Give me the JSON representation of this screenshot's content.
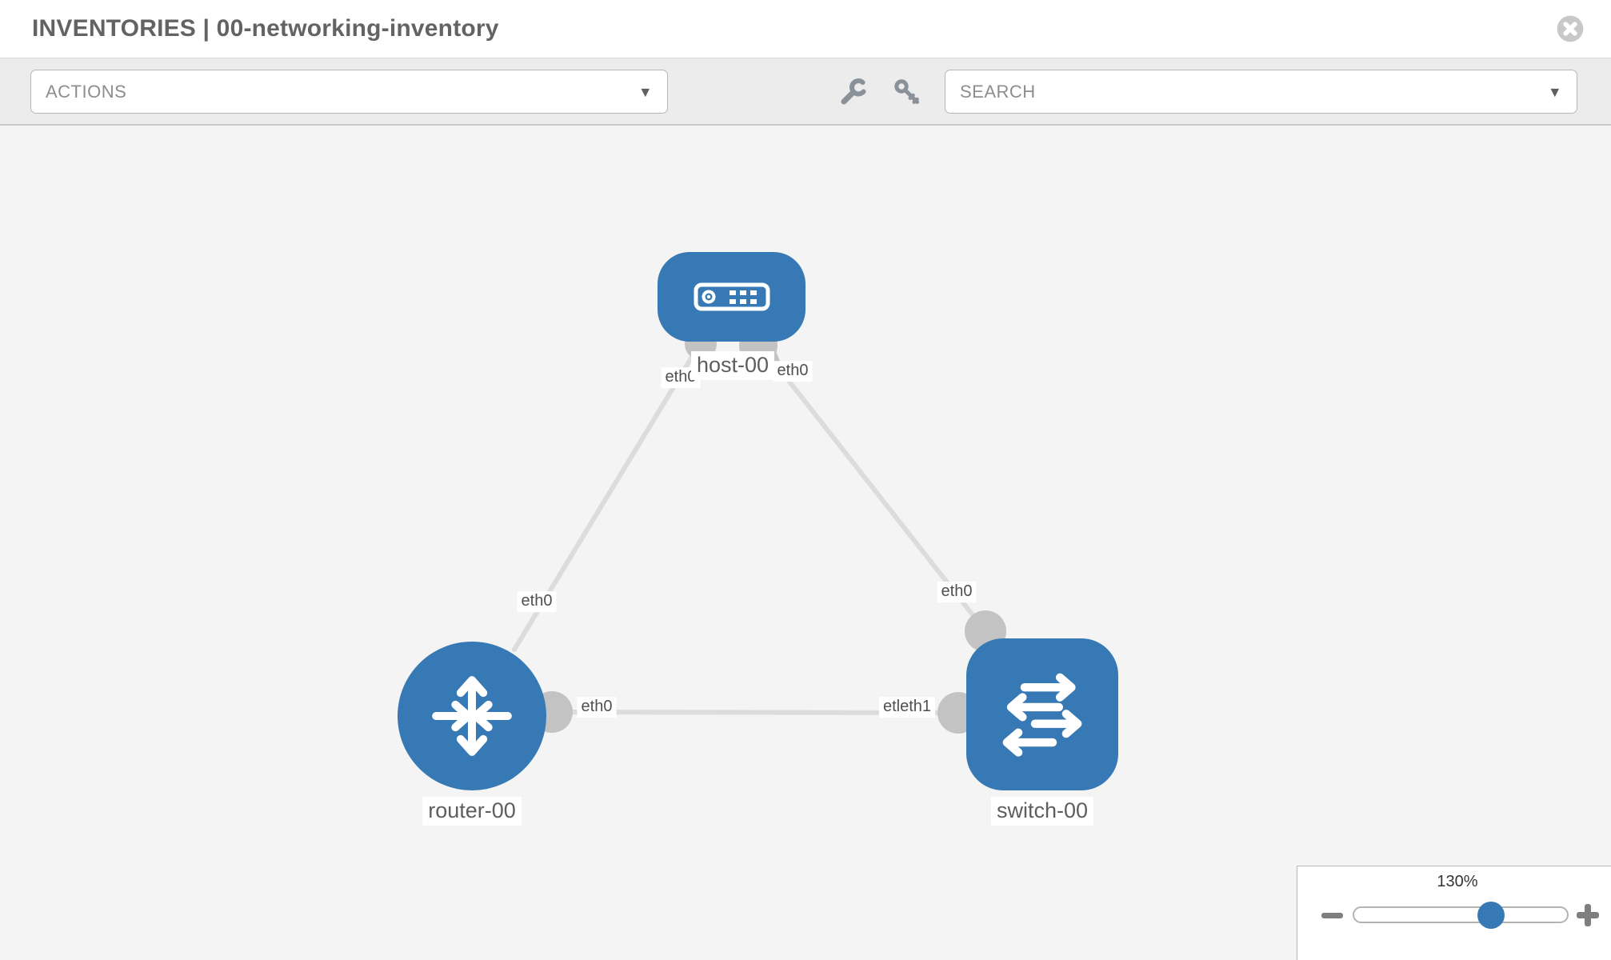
{
  "header": {
    "title": "INVENTORIES | 00-networking-inventory",
    "close_icon": "circle-x"
  },
  "toolbar": {
    "actions_dropdown": {
      "label": "ACTIONS",
      "caret": "▾"
    },
    "search_dropdown": {
      "label": "SEARCH",
      "caret": "▾"
    },
    "wrench_icon": "wrench",
    "key_icon": "key"
  },
  "topology": {
    "nodes": [
      {
        "id": "host-00",
        "type": "host",
        "label": "host-00",
        "icon": "server-icon"
      },
      {
        "id": "router-00",
        "type": "router",
        "label": "router-00",
        "icon": "router-arrows-icon"
      },
      {
        "id": "switch-00",
        "type": "switch",
        "label": "switch-00",
        "icon": "switch-arrows-icon"
      }
    ],
    "links": [
      {
        "from": "host-00",
        "to": "router-00",
        "from_label": "eth0",
        "to_label": "eth0"
      },
      {
        "from": "host-00",
        "to": "switch-00",
        "from_label": "eth0",
        "to_label": "eth0"
      },
      {
        "from": "router-00",
        "to": "switch-00",
        "from_label": "eth0",
        "to_label": "etleth1"
      }
    ],
    "interface_labels": {
      "host_left": "eth0",
      "host_right": "eth0",
      "router_top": "eth0",
      "switch_top": "eth0",
      "router_right": "eth0",
      "switch_left": "etleth1"
    }
  },
  "zoom_control": {
    "level": "130%",
    "slider_percent": 64,
    "minus_icon": "minus",
    "plus_icon": "plus"
  },
  "colors": {
    "node_blue": "#3779b5",
    "link_gray": "#dcdcdc",
    "connector_gray": "#c3c3c3",
    "toolbar_bg": "#ececec",
    "canvas_bg": "#f4f4f4"
  }
}
